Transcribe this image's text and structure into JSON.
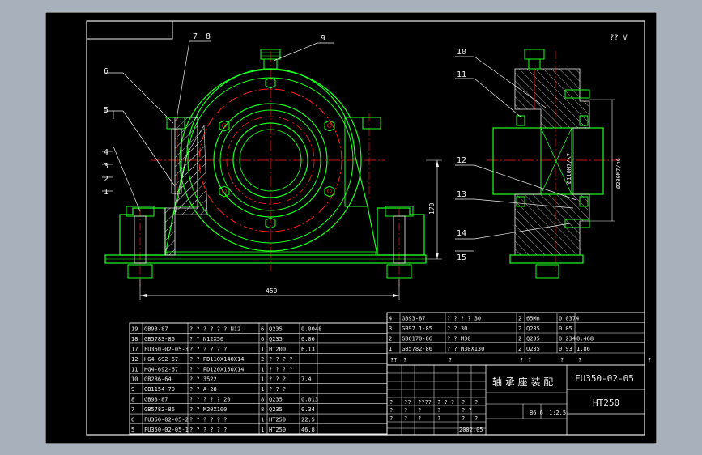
{
  "corner_symbol": "?? ∀",
  "balloons": [
    "1",
    "2",
    "3",
    "4",
    "5",
    "6",
    "7",
    "8",
    "9",
    "10",
    "11",
    "12",
    "13",
    "14",
    "15"
  ],
  "dims": {
    "width": "450",
    "height": "170",
    "fit_shaft": "Ø110H7/k7",
    "fit_housing": "Ø200M7/h6"
  },
  "bom_left": [
    [
      "19",
      "GB93-87",
      "? ? ? ? ? ? N12",
      "6",
      "Q235",
      "0.0048",
      ""
    ],
    [
      "18",
      "GB5783-86",
      "? ? N12X50",
      "6",
      "Q235",
      "0.06",
      ""
    ],
    [
      "17",
      "FU350-02-05-3",
      "? ? ? ? ? ?",
      "1",
      "HT200",
      "6.13",
      ""
    ],
    [
      "12",
      "HG4-692-67",
      "? ? PD110X140X14",
      "2",
      "? ? ? ?",
      "",
      ""
    ],
    [
      "11",
      "HG4-692-67",
      "? ? PD120X150X14",
      "1",
      "? ? ? ?",
      "",
      ""
    ],
    [
      "10",
      "GB286-64",
      "? ? 3522",
      "1",
      "? ? ?",
      "7.4",
      ""
    ],
    [
      "9",
      "GB1154-79",
      "? ? A-28",
      "1",
      "? ? ?",
      "",
      ""
    ],
    [
      "8",
      "GB93-87",
      "? ? ? ? ? 20",
      "8",
      "Q235",
      "0.013",
      ""
    ],
    [
      "7",
      "GB5782-86",
      "? ? M20X100",
      "8",
      "Q235",
      "0.34",
      ""
    ],
    [
      "6",
      "FU350-02-05-2",
      "? ? ? ? ? ?",
      "1",
      "HT250",
      "22.5",
      ""
    ],
    [
      "5",
      "FU350-02-05-1",
      "? ? ? ? ? ?",
      "1",
      "HT250",
      "46.8",
      ""
    ]
  ],
  "bom_right": [
    [
      "4",
      "GB93-87",
      "? ? ? ? 30",
      "2",
      "65Mn",
      "0.0374",
      ""
    ],
    [
      "3",
      "GB97.1-85",
      "? ? 30",
      "2",
      "Q235",
      "0.05",
      ""
    ],
    [
      "2",
      "GB6170-86",
      "? ? M30",
      "2",
      "Q235",
      "0.234",
      "0.468"
    ],
    [
      "1",
      "GB5782-86",
      "? ? M30X130",
      "2",
      "Q235",
      "0.93",
      "1.86"
    ]
  ],
  "bom_header": [
    "??",
    "?",
    "?",
    "?",
    "?",
    "?",
    "?",
    "?"
  ],
  "title_block": {
    "name": "轴 承 座 装 配",
    "drawing_no": "FU350-02-05",
    "material": "HT250",
    "row1": [
      "?",
      "??",
      "????",
      "? ? ?",
      "?",
      "?"
    ],
    "row2": [
      "?",
      "?",
      "?",
      "?",
      "? ?"
    ],
    "scale": "B6.6",
    "sheet": "1:2.5",
    "date": "2002.05",
    "footer": [
      "?",
      "?",
      "?",
      "?",
      "?",
      "?"
    ]
  }
}
